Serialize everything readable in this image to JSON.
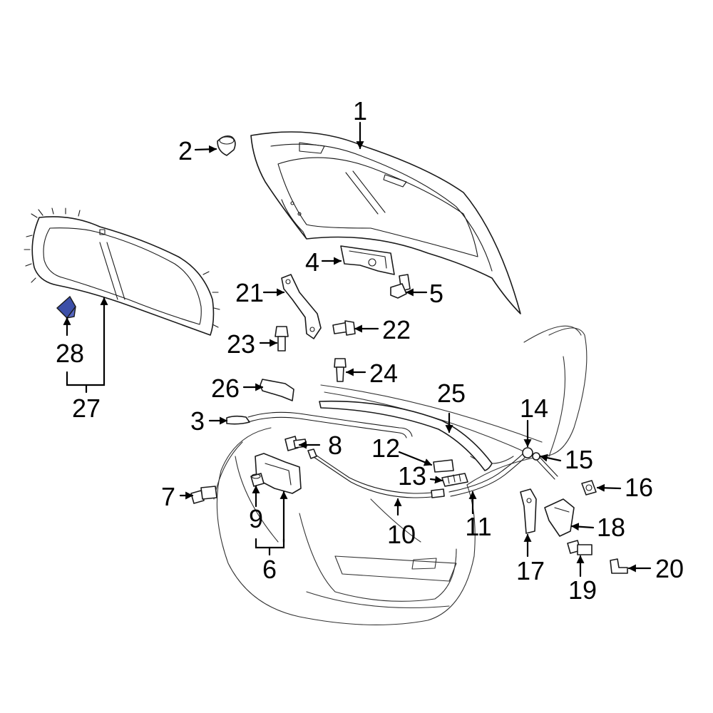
{
  "colors": {
    "line": "#1a1a1a",
    "highlight": "#3c4fa8",
    "background": "#ffffff"
  },
  "callouts": {
    "c1": "1",
    "c2": "2",
    "c3": "3",
    "c4": "4",
    "c5": "5",
    "c6": "6",
    "c7": "7",
    "c8": "8",
    "c9": "9",
    "c10": "10",
    "c11": "11",
    "c12": "12",
    "c13": "13",
    "c14": "14",
    "c15": "15",
    "c16": "16",
    "c17": "17",
    "c18": "18",
    "c19": "19",
    "c20": "20",
    "c21": "21",
    "c22": "22",
    "c23": "23",
    "c24": "24",
    "c25": "25",
    "c26": "26",
    "c27": "27",
    "c28": "28"
  },
  "highlighted_part": "28"
}
